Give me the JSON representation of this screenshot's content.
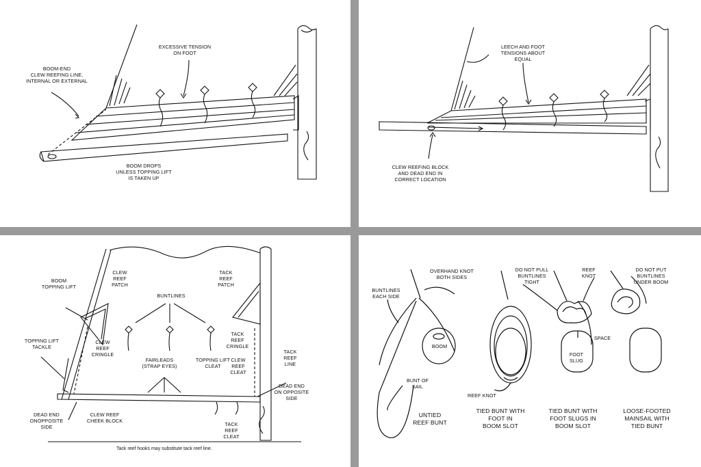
{
  "panel_top_left": {
    "labels": {
      "boom_end_clew": "BOOM-END\nCLEW REEFING LINE,\nINTERNAL OR EXTERNAL",
      "excessive_tension": "EXCESSIVE TENSION\nON FOOT",
      "boom_drops": "BOOM DROPS\nUNLESS TOPPING LIFT\nIS TAKEN UP"
    }
  },
  "panel_top_right": {
    "labels": {
      "leech_foot": "LEECH AND FOOT\nTENSIONS ABOUT\nEQUAL",
      "clew_block": "CLEW REEFING BLOCK\nAND DEAD END IN\nCORRECT LOCATION"
    }
  },
  "panel_bottom_left": {
    "labels": {
      "boom_topping_lift": "BOOM\nTOPPING LIFT",
      "clew_reef_patch": "CLEW\nREEF\nPATCH",
      "buntlines": "BUNTLINES",
      "tack_reef_patch": "TACK\nREEF\nPATCH",
      "clew_reef_cringle": "CLEW\nREEF\nCRINGLE",
      "tack_reef_cringle": "TACK\nREEF\nCRINGLE",
      "topping_lift_tackle": "TOPPING LIFT\nTACKLE",
      "fairleads": "FAIRLEADS\n(STRAP EYES)",
      "topping_lift_cleat": "TOPPING LIFT\nCLEAT",
      "clew_reef_cleat": "CLEW\nREEF\nCLEAT",
      "tack_reef_line": "TACK\nREEF\nLINE",
      "dead_end_right": "DEAD END\nON OPPOSITE\nSIDE",
      "dead_end_left": "DEAD END\nONOPPOSITE\nSIDE",
      "clew_reef_cheek": "CLEW REEF\nCHEEK BLOCK",
      "tack_reef_cleat": "TACK\nREEF\nCLEAT"
    },
    "caption": "Tack reef hooks may substitute tack reef line."
  },
  "panel_bottom_right": {
    "labels": {
      "buntlines_each_side": "BUNTLINES\nEACH SIDE",
      "overhand_knot": "OVERHAND KNOT\nBOTH SIDES",
      "do_not_pull": "DO NOT PULL\nBUNTLINES\nTIGHT",
      "reef_knot_top": "REEF\nKNOT",
      "do_not_put": "DO NOT PUT\nBUNTLINES\nUNDER BOOM",
      "boom": "BOOM",
      "space": "SPACE",
      "foot_slug": "FOOT\nSLUG",
      "bunt_of_sail": "BUNT OF\nSAIL",
      "reef_knot_bottom": "REEF KNOT",
      "untied": "UNTIED\nREEF BUNT",
      "tied_foot": "TIED BUNT WITH\nFOOT  IN\nBOOM SLOT",
      "tied_slugs": "TIED BUNT WITH\nFOOT SLUGS IN\nBOOM SLOT",
      "loose_footed": "LOOSE-FOOTED\nMAINSAIL WITH\nTIED BUNT"
    }
  }
}
